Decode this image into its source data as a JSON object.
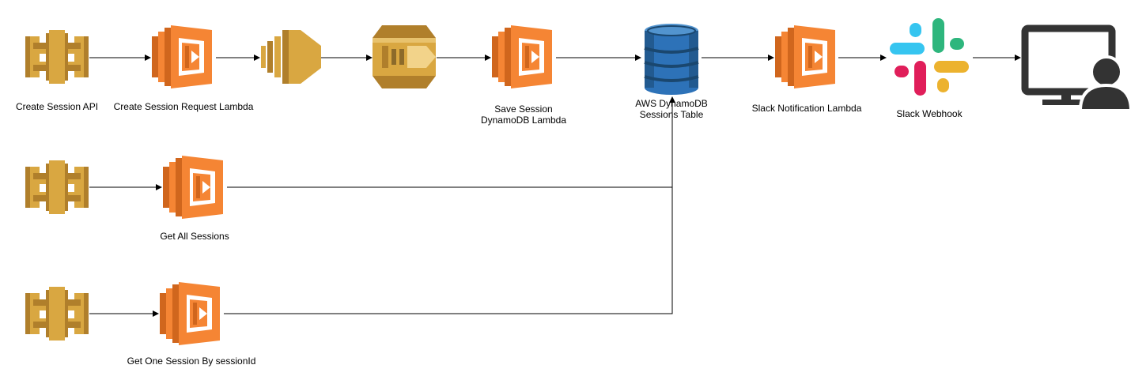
{
  "nodes": {
    "create_session_api": {
      "label": "Create Session API",
      "icon": "api-gateway-icon"
    },
    "create_session_request_lambda": {
      "label": "Create Session Request Lambda",
      "icon": "lambda-icon"
    },
    "sns": {
      "label": "",
      "icon": "sns-icon"
    },
    "sqs": {
      "label": "",
      "icon": "sqs-icon"
    },
    "save_session_lambda": {
      "label_line1": "Save Session",
      "label_line2": "DynamoDB Lambda",
      "icon": "lambda-icon"
    },
    "dynamodb": {
      "label_line1": "AWS DynamoDB",
      "label_line2": "Sessions Table",
      "icon": "dynamodb-icon"
    },
    "slack_notification_lambda": {
      "label": "Slack Notification Lambda",
      "icon": "lambda-icon"
    },
    "slack_webhook": {
      "label": "Slack Webhook",
      "icon": "slack-icon"
    },
    "user_computer": {
      "label": "",
      "icon": "monitor-user-icon"
    },
    "get_all_api": {
      "label": "",
      "icon": "api-gateway-icon"
    },
    "get_all_sessions": {
      "label": "Get All Sessions",
      "icon": "lambda-icon"
    },
    "get_one_api": {
      "label": "",
      "icon": "api-gateway-icon"
    },
    "get_one_session": {
      "label": "Get One Session By sessionId",
      "icon": "lambda-icon"
    }
  },
  "colors": {
    "api_gateway": "#D9A741",
    "api_gateway_dark": "#B07F2B",
    "lambda": "#F58534",
    "lambda_dark": "#D0661D",
    "sqs": "#D9A741",
    "dynamodb": "#2D72B8",
    "dynamodb_light": "#5294CF",
    "dynamodb_dark": "#1A476F",
    "slack_blue": "#36C5F0",
    "slack_green": "#2EB67D",
    "slack_red": "#E01E5A",
    "slack_yellow": "#ECB22E",
    "monitor": "#333333",
    "edge": "#000000"
  }
}
